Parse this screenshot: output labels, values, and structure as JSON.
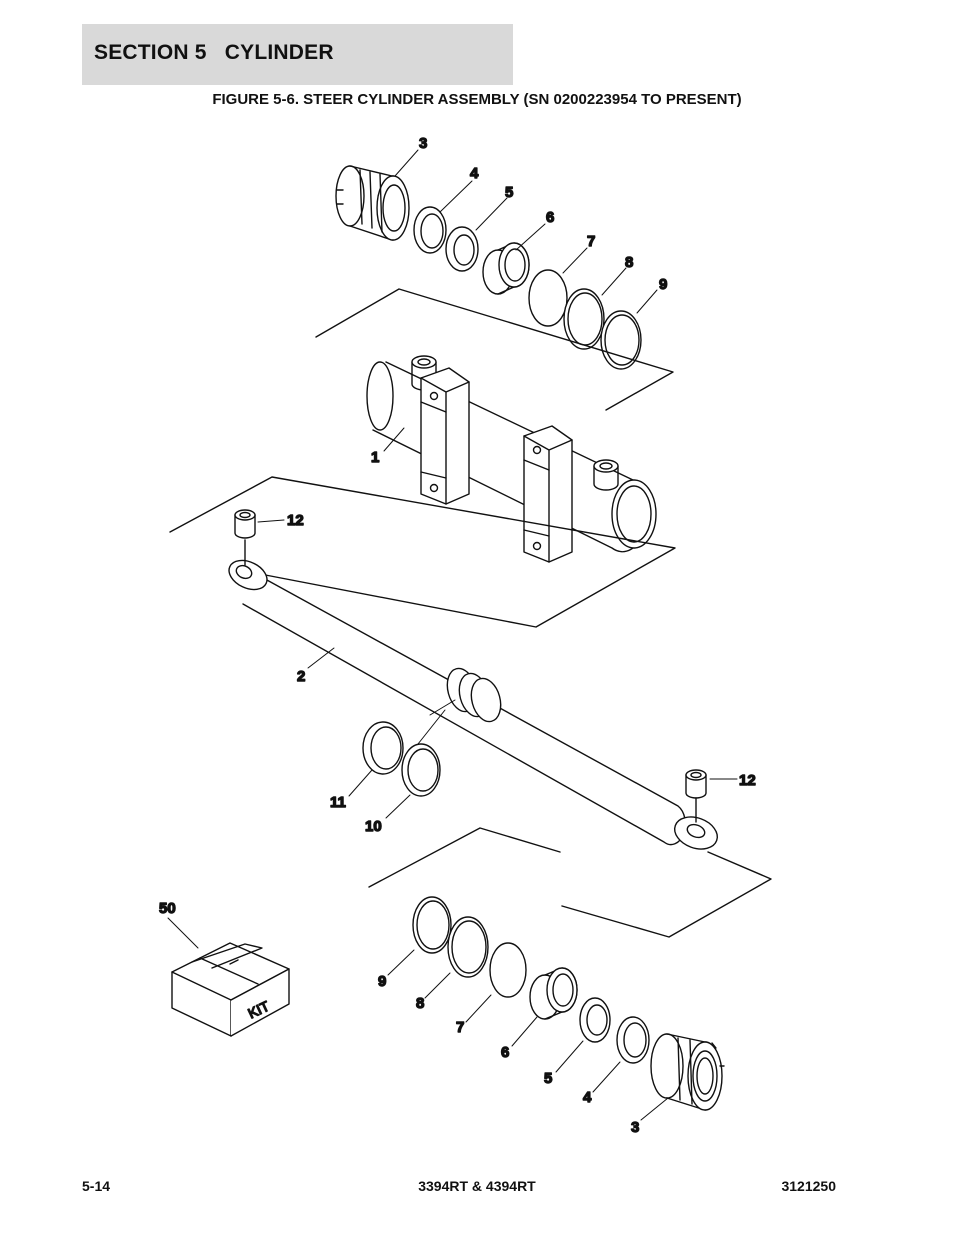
{
  "header": {
    "section": "SECTION 5   CYLINDER",
    "figure_title": "FIGURE 5-6. STEER CYLINDER ASSEMBLY (SN 0200223954 TO PRESENT)"
  },
  "diagram": {
    "callouts": {
      "c3_top": "3",
      "c4_top": "4",
      "c5_top": "5",
      "c6_top": "6",
      "c7_top": "7",
      "c8_top": "8",
      "c9_top": "9",
      "c1": "1",
      "c12_top": "12",
      "c2": "2",
      "c11": "11",
      "c10": "10",
      "c12_bottom": "12",
      "c50": "50",
      "c9_bot": "9",
      "c8_bot": "8",
      "c7_bot": "7",
      "c6_bot": "6",
      "c5_bot": "5",
      "c4_bot": "4",
      "c3_bot": "3"
    },
    "kit_label": "KIT"
  },
  "footer": {
    "page": "5-14",
    "model": "3394RT & 4394RT",
    "doc_number": "3121250"
  }
}
